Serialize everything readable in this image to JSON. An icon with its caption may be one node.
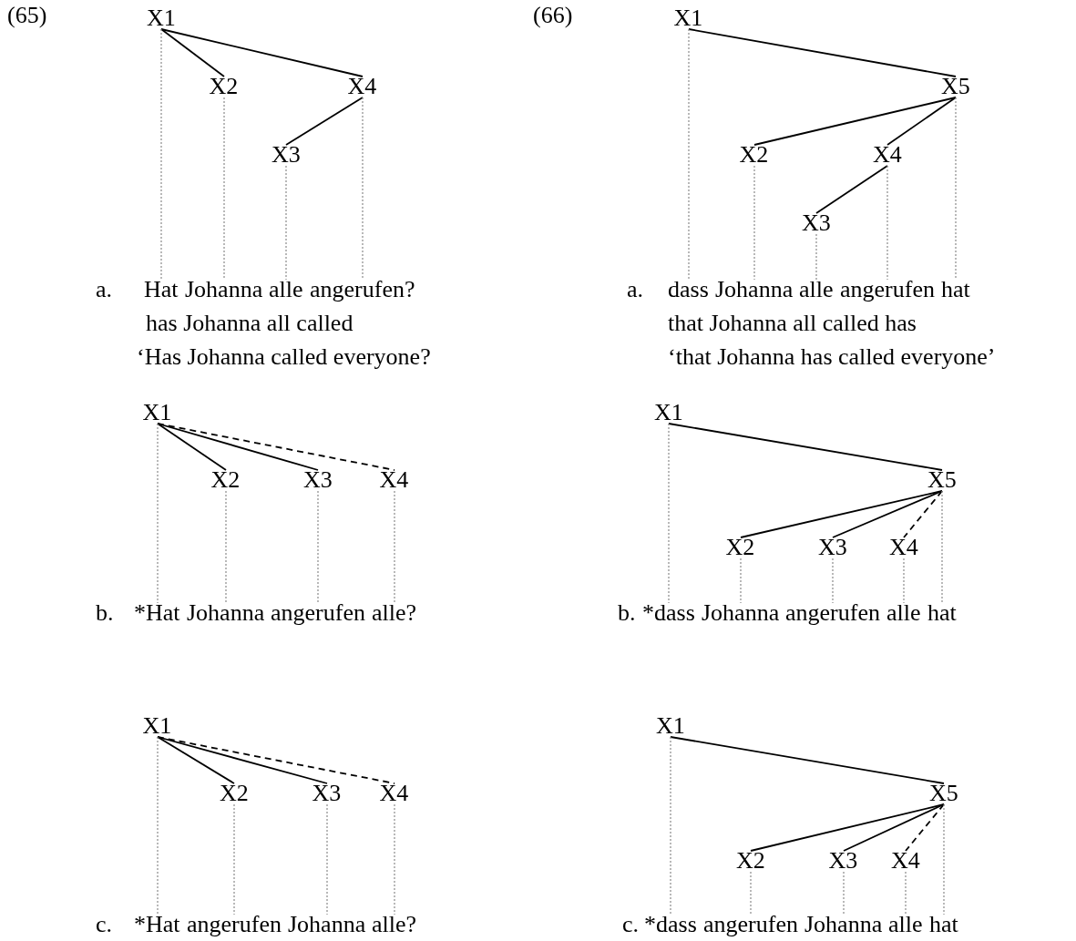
{
  "diagram": {
    "nodes": [
      {
        "text": [
          "X1"
        ]
      },
      {
        "text": [
          "X2"
        ]
      },
      {
        "text": [
          "X4"
        ]
      },
      {
        "text": [
          "X3"
        ]
      },
      {
        "text": [
          "Hat"
        ]
      },
      {
        "text": [
          "Johanna"
        ]
      },
      {
        "text": [
          "alle"
        ]
      },
      {
        "text": [
          "angerufen?"
        ]
      },
      {
        "text": [
          "X1"
        ]
      },
      {
        "text": [
          "X5"
        ]
      },
      {
        "text": [
          "X2"
        ]
      },
      {
        "text": [
          "X4"
        ]
      },
      {
        "text": [
          "X3"
        ]
      },
      {
        "text": [
          "dass"
        ]
      },
      {
        "text": [
          "Johanna"
        ]
      },
      {
        "text": [
          "alle"
        ]
      },
      {
        "text": [
          "angerufen"
        ]
      },
      {
        "text": [
          "hat"
        ]
      },
      {
        "text": [
          "X1"
        ]
      },
      {
        "text": [
          "X2"
        ]
      },
      {
        "text": [
          "X3"
        ]
      },
      {
        "text": [
          "X4"
        ]
      },
      {
        "text": [
          "*Hat"
        ]
      },
      {
        "text": [
          "Johanna"
        ]
      },
      {
        "text": [
          "angerufen"
        ]
      },
      {
        "text": [
          "alle?"
        ]
      },
      {
        "text": [
          "X1"
        ]
      },
      {
        "text": [
          "X5"
        ]
      },
      {
        "text": [
          "X2"
        ]
      },
      {
        "text": [
          "X3"
        ]
      },
      {
        "text": [
          "X4"
        ]
      },
      {
        "text": [
          "*dass"
        ]
      },
      {
        "text": [
          "Johanna"
        ]
      },
      {
        "text": [
          "angerufen"
        ]
      },
      {
        "text": [
          "alle"
        ]
      },
      {
        "text": [
          "hat"
        ]
      },
      {
        "text": [
          "X1"
        ]
      },
      {
        "text": [
          "X2"
        ]
      },
      {
        "text": [
          "X3"
        ]
      },
      {
        "text": [
          "X4"
        ]
      },
      {
        "text": [
          "*Hat"
        ]
      },
      {
        "text": [
          "angerufen"
        ]
      },
      {
        "text": [
          "Johanna"
        ]
      },
      {
        "text": [
          "alle?"
        ]
      },
      {
        "text": [
          "X1"
        ]
      },
      {
        "text": [
          "X5"
        ]
      },
      {
        "text": [
          "X2"
        ]
      },
      {
        "text": [
          "X3"
        ]
      },
      {
        "text": [
          "X4"
        ]
      },
      {
        "text": [
          "*dass"
        ]
      },
      {
        "text": [
          "angerufen"
        ]
      },
      {
        "text": [
          "Johanna"
        ]
      },
      {
        "text": [
          "alle"
        ]
      },
      {
        "text": [
          "hat"
        ]
      }
    ],
    "edges": [
      {
        "from": 0,
        "to": 1,
        "arrow": "none",
        "color": "#000000"
      },
      {
        "from": 0,
        "to": 2,
        "arrow": "none",
        "color": "#000000"
      },
      {
        "from": 2,
        "to": 3,
        "arrow": "none",
        "color": "#000000"
      },
      {
        "from": 0,
        "to": 4,
        "arrow": "none",
        "style": "dashed"
      },
      {
        "from": 1,
        "to": 5,
        "arrow": "none",
        "style": "dashed"
      },
      {
        "from": 3,
        "to": 6,
        "arrow": "none",
        "style": "dashed"
      },
      {
        "from": 2,
        "to": 7,
        "arrow": "none",
        "style": "dashed"
      },
      {
        "from": 8,
        "to": 9,
        "arrow": "none",
        "color": "#000000"
      },
      {
        "from": 9,
        "to": 10,
        "arrow": "none",
        "color": "#000000"
      },
      {
        "from": 9,
        "to": 11,
        "arrow": "none",
        "color": "#000000"
      },
      {
        "from": 11,
        "to": 12,
        "arrow": "none",
        "color": "#000000"
      },
      {
        "from": 8,
        "to": 13,
        "arrow": "none",
        "style": "dashed"
      },
      {
        "from": 10,
        "to": 14,
        "arrow": "none",
        "style": "dashed"
      },
      {
        "from": 12,
        "to": 15,
        "arrow": "none",
        "style": "dashed"
      },
      {
        "from": 11,
        "to": 16,
        "arrow": "none",
        "style": "dashed"
      },
      {
        "from": 9,
        "to": 17,
        "arrow": "none",
        "style": "dashed"
      },
      {
        "from": 18,
        "to": 19,
        "arrow": "none",
        "color": "#000000"
      },
      {
        "from": 18,
        "to": 20,
        "arrow": "none",
        "color": "#000000"
      },
      {
        "from": 18,
        "to": 21,
        "arrow": "none",
        "style": "dashed",
        "color": "#000000"
      },
      {
        "from": 18,
        "to": 22,
        "arrow": "none",
        "style": "dashed"
      },
      {
        "from": 19,
        "to": 23,
        "arrow": "none",
        "style": "dashed"
      },
      {
        "from": 20,
        "to": 24,
        "arrow": "none",
        "style": "dashed"
      },
      {
        "from": 21,
        "to": 25,
        "arrow": "none",
        "style": "dashed"
      },
      {
        "from": 26,
        "to": 27,
        "arrow": "none",
        "color": "#000000"
      },
      {
        "from": 27,
        "to": 28,
        "arrow": "none",
        "color": "#000000"
      },
      {
        "from": 27,
        "to": 29,
        "arrow": "none",
        "color": "#000000"
      },
      {
        "from": 27,
        "to": 30,
        "arrow": "none",
        "style": "dashed",
        "color": "#000000"
      },
      {
        "from": 26,
        "to": 31,
        "arrow": "none",
        "style": "dashed"
      },
      {
        "from": 28,
        "to": 32,
        "arrow": "none",
        "style": "dashed"
      },
      {
        "from": 29,
        "to": 33,
        "arrow": "none",
        "style": "dashed"
      },
      {
        "from": 30,
        "to": 34,
        "arrow": "none",
        "style": "dashed"
      },
      {
        "from": 27,
        "to": 35,
        "arrow": "none",
        "style": "dashed"
      },
      {
        "from": 36,
        "to": 37,
        "arrow": "none",
        "color": "#000000"
      },
      {
        "from": 36,
        "to": 38,
        "arrow": "none",
        "color": "#000000"
      },
      {
        "from": 36,
        "to": 39,
        "arrow": "none",
        "style": "dashed",
        "color": "#000000"
      },
      {
        "from": 36,
        "to": 40,
        "arrow": "none",
        "style": "dashed"
      },
      {
        "from": 37,
        "to": 41,
        "arrow": "none",
        "style": "dashed"
      },
      {
        "from": 38,
        "to": 42,
        "arrow": "none",
        "style": "dashed"
      },
      {
        "from": 39,
        "to": 43,
        "arrow": "none",
        "style": "dashed"
      },
      {
        "from": 44,
        "to": 45,
        "arrow": "none",
        "color": "#000000"
      },
      {
        "from": 45,
        "to": 46,
        "arrow": "none",
        "color": "#000000"
      },
      {
        "from": 45,
        "to": 47,
        "arrow": "none",
        "color": "#000000"
      },
      {
        "from": 45,
        "to": 48,
        "arrow": "none",
        "style": "dashed",
        "color": "#000000"
      },
      {
        "from": 44,
        "to": 49,
        "arrow": "none",
        "style": "dashed"
      },
      {
        "from": 46,
        "to": 50,
        "arrow": "none",
        "style": "dashed"
      },
      {
        "from": 47,
        "to": 51,
        "arrow": "none",
        "style": "dashed"
      },
      {
        "from": 48,
        "to": 52,
        "arrow": "none",
        "style": "dashed"
      },
      {
        "from": 45,
        "to": 53,
        "arrow": "none",
        "style": "dashed"
      }
    ],
    "labels": [
      "(65)",
      "(66)",
      "a.",
      "has Johanna all called",
      "‘Has Johanna called everyone?",
      "a.",
      "that Johanna all called has",
      "‘that Johanna has called everyone’",
      "b.",
      "b.",
      "c.",
      "c."
    ]
  }
}
